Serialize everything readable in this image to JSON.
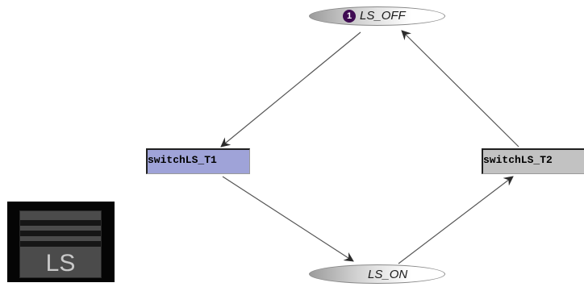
{
  "places": {
    "ls_off": {
      "label": "LS_OFF",
      "token": "1"
    },
    "ls_on": {
      "label": "LS_ON"
    }
  },
  "transitions": {
    "t1": {
      "label": "switchLS_T1",
      "color": "#9fa3d8"
    },
    "t2": {
      "label": "switchLS_T2",
      "color": "#c2c2c2"
    }
  },
  "icon": {
    "label": "LS"
  }
}
